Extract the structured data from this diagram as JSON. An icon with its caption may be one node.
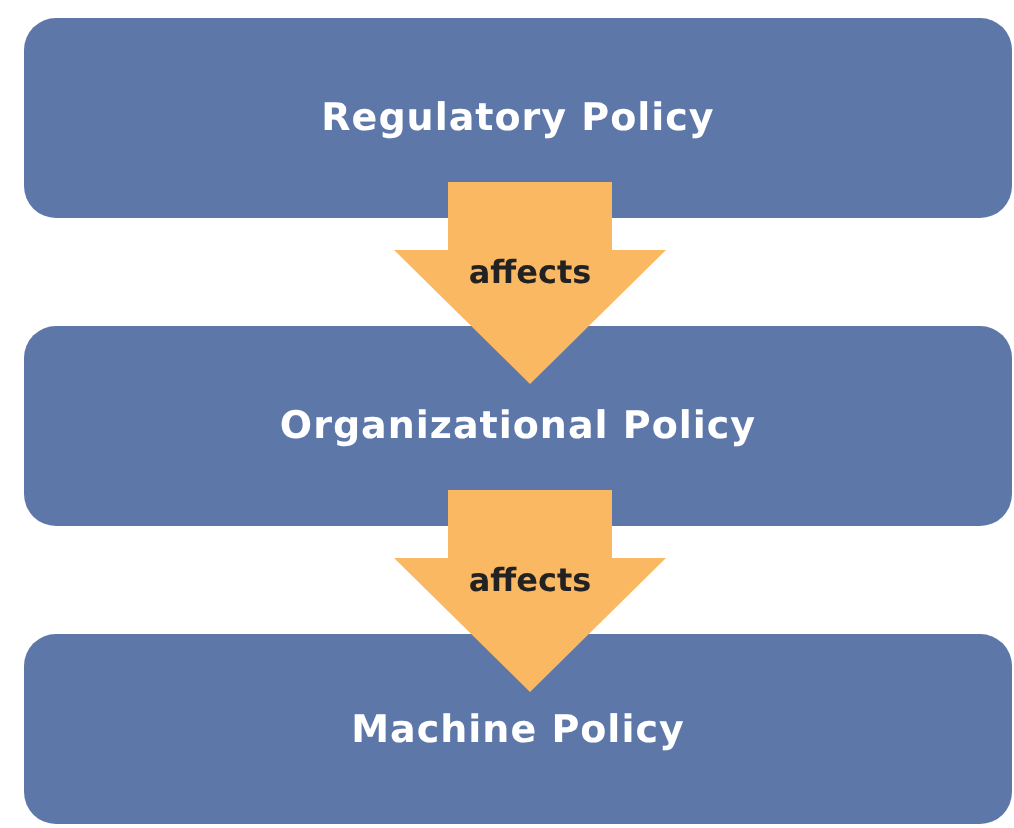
{
  "diagram": {
    "nodes": [
      {
        "text": [
          "Regulatory Policy"
        ]
      },
      {
        "text": [
          "Organizational Policy"
        ]
      },
      {
        "text": [
          "Machine Policy"
        ]
      }
    ],
    "edges": [
      {
        "from": 0,
        "to": 1,
        "arrow": "to",
        "label": "affects"
      },
      {
        "from": 1,
        "to": 2,
        "arrow": "to",
        "label": "affects"
      }
    ]
  }
}
